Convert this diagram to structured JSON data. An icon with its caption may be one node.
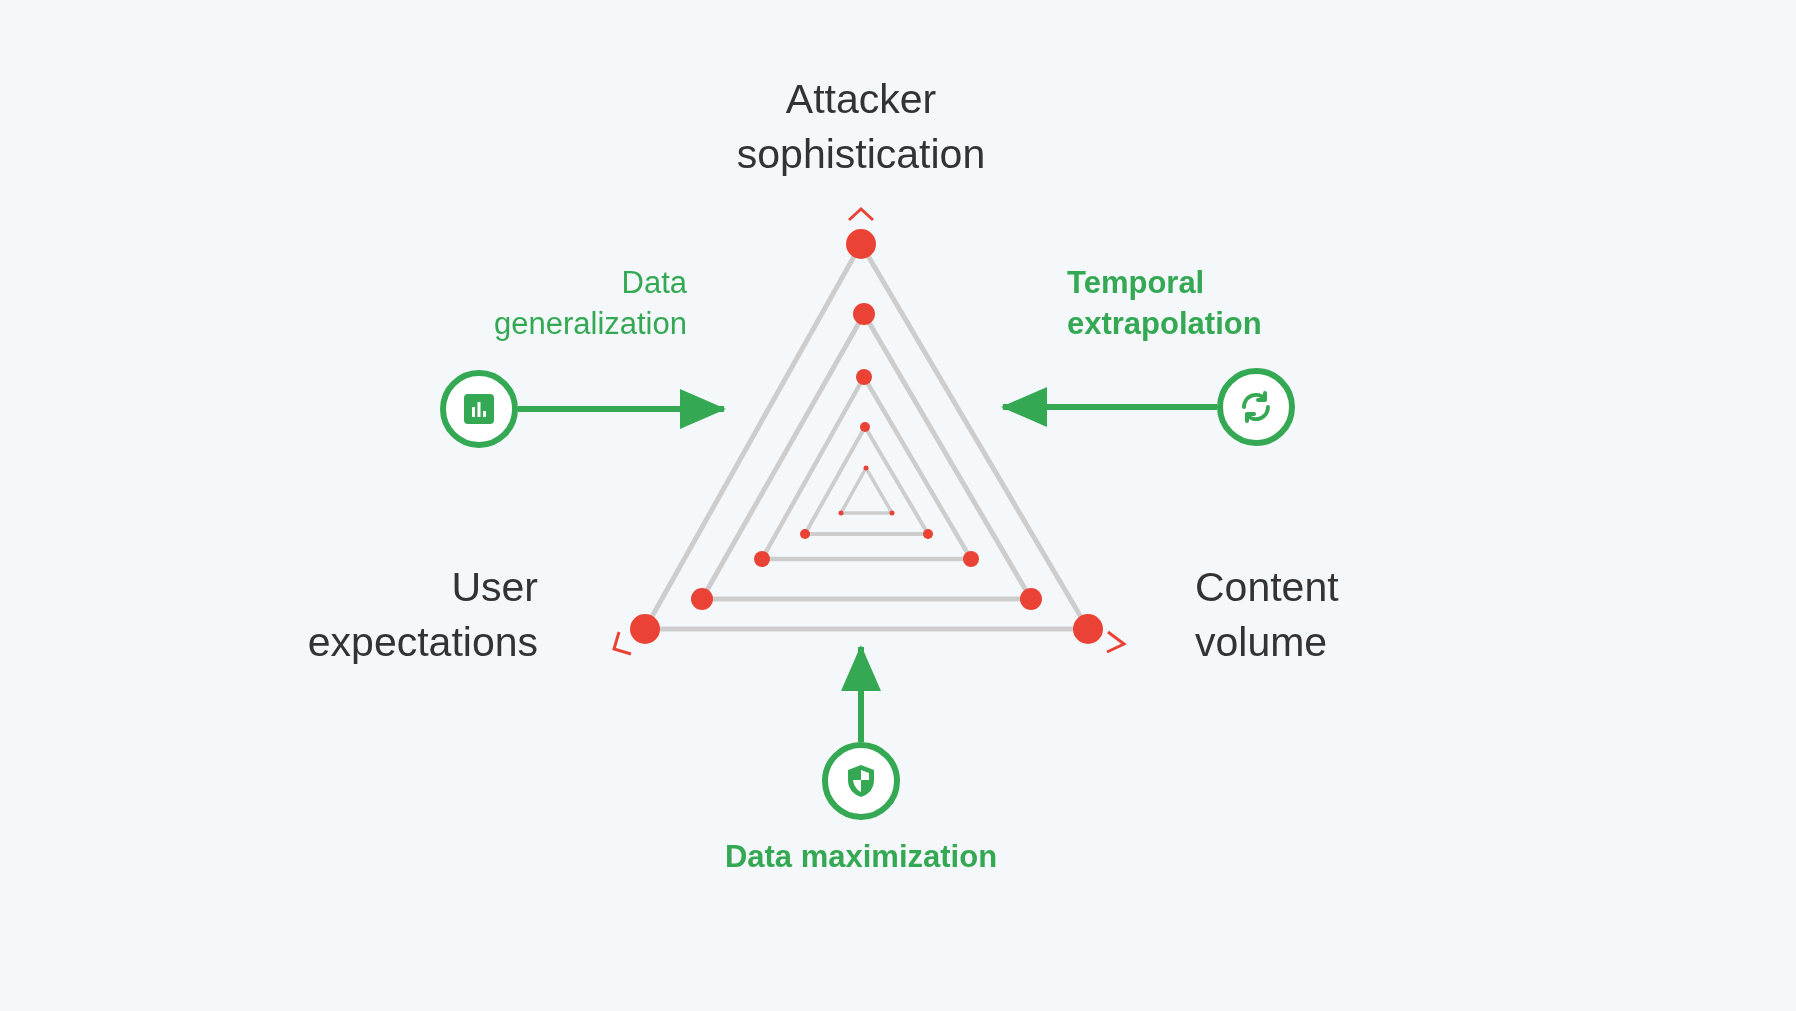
{
  "diagram": {
    "nodes": [
      {
        "text": [],
        "shape": "circle",
        "beside": [
          "Data generalization"
        ]
      },
      {
        "text": [],
        "shape": "circle",
        "beside": [
          "Temporal extrapolation"
        ]
      },
      {
        "text": [],
        "shape": "circle",
        "beside": [
          "Data maximization"
        ]
      }
    ],
    "edges": [
      {
        "from": 0,
        "to": null,
        "arrow": "to"
      },
      {
        "from": 1,
        "to": null,
        "arrow": "to"
      },
      {
        "from": 2,
        "to": null,
        "arrow": "to"
      }
    ],
    "labels": [
      "Attacker sophistication",
      "User expectations",
      "Content volume"
    ]
  }
}
